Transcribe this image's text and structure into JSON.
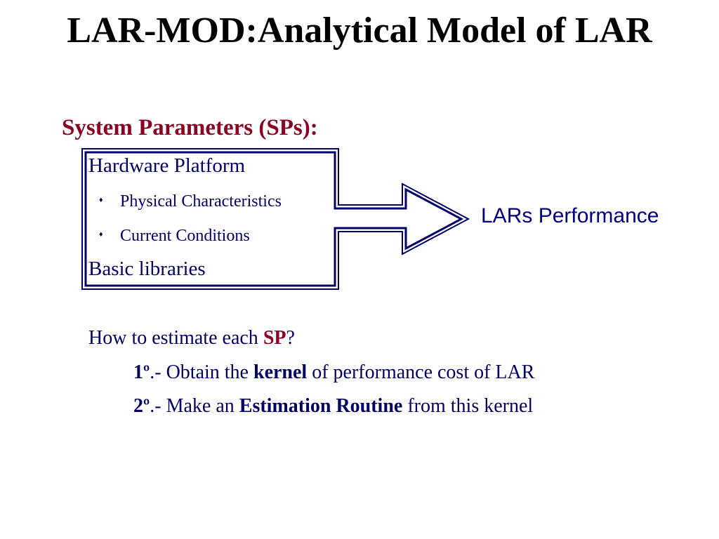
{
  "slide": {
    "title": "LAR-MOD:Analytical Model of LAR",
    "sp_heading": "System Parameters  (SPs):"
  },
  "box": {
    "hardware": "Hardware Platform",
    "items": [
      {
        "bullet": "♦",
        "label": "Physical Characteristics"
      },
      {
        "bullet": "♦",
        "label": "Current Conditions"
      }
    ],
    "libraries": "Basic libraries"
  },
  "output_label": "LARs Performance",
  "question": {
    "prefix": "How to estimate each ",
    "highlight": "SP",
    "suffix": "?"
  },
  "steps": [
    {
      "num": "1º",
      "pre": ".- Obtain the ",
      "bold": "kernel",
      "post": " of performance cost of LAR"
    },
    {
      "num": "2º",
      "pre": ".- Make an ",
      "bold": "Estimation Routine",
      "post": " from this kernel"
    }
  ],
  "colors": {
    "text": "#000066",
    "heading": "#8b0020",
    "outline": "#000066"
  }
}
